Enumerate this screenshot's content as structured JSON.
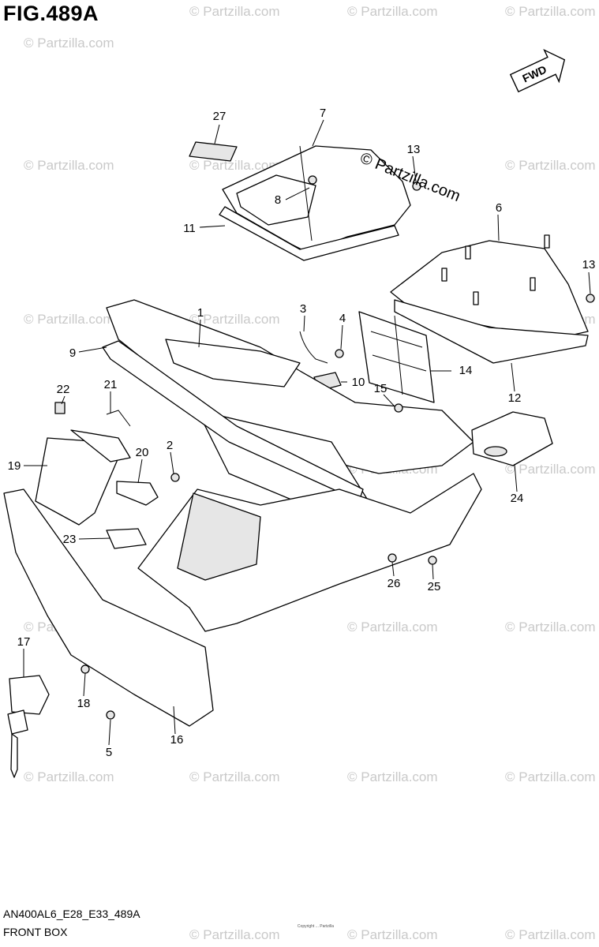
{
  "figure_title": "FIG.489A",
  "model_code": "AN400AL6_E28_E33_489A",
  "section_name": "FRONT BOX",
  "direction_label": "FWD",
  "watermark_text": "© Partzilla.com",
  "overlay_watermark": "© Partzilla.com",
  "fine_print": "Copyright ... Partzilla",
  "callouts": {
    "c1": "1",
    "c2": "2",
    "c3": "3",
    "c4": "4",
    "c5": "5",
    "c6": "6",
    "c7": "7",
    "c8": "8",
    "c9": "9",
    "c10": "10",
    "c11": "11",
    "c12": "12",
    "c13a": "13",
    "c13b": "13",
    "c14": "14",
    "c15": "15",
    "c16": "16",
    "c17": "17",
    "c18": "18",
    "c19": "19",
    "c20": "20",
    "c21": "21",
    "c22": "22",
    "c23": "23",
    "c24": "24",
    "c25": "25",
    "c26": "26",
    "c27": "27"
  },
  "colors": {
    "line": "#000000",
    "watermark": "#c9c9c9",
    "background": "#ffffff"
  }
}
